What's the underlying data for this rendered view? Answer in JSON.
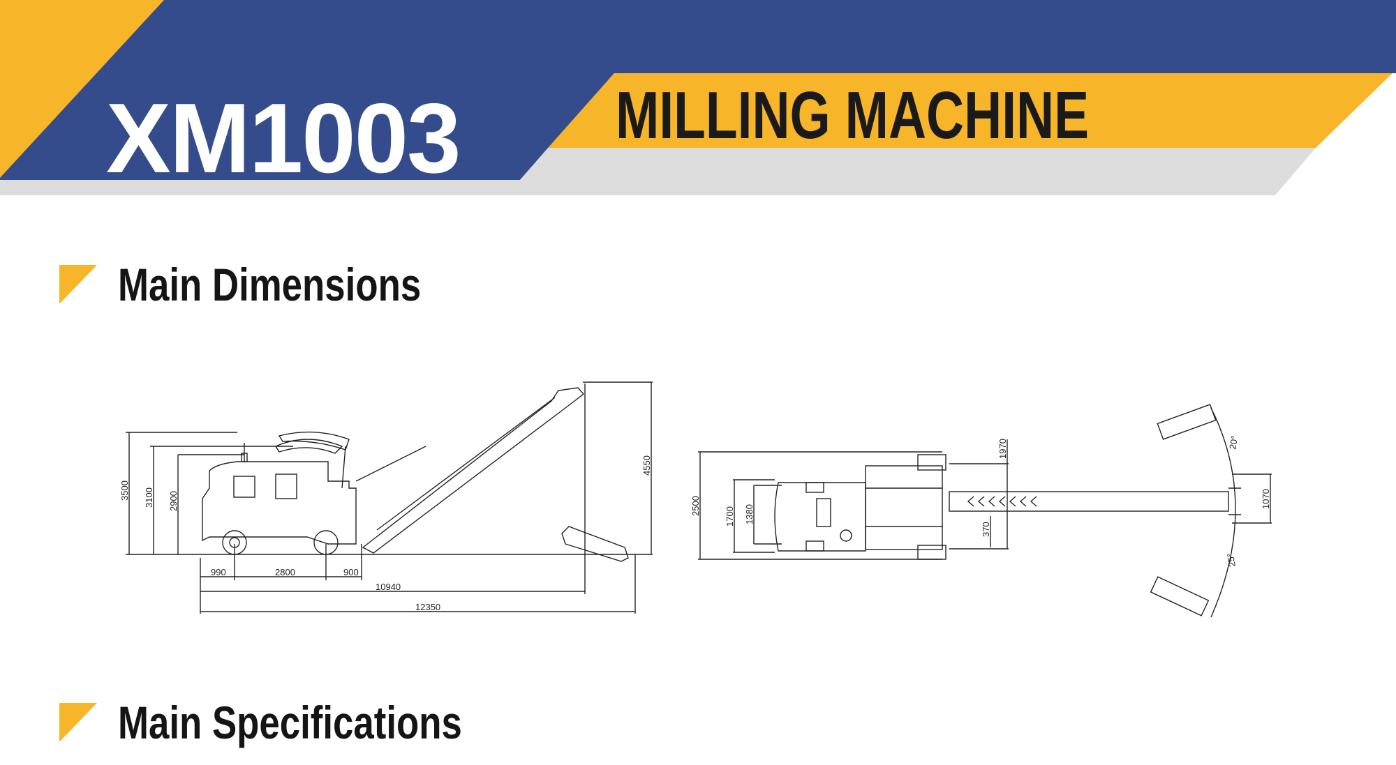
{
  "header": {
    "model": "XM1003",
    "product_type": "MILLING MACHINE",
    "colors": {
      "blue": "#344B8C",
      "yellow": "#F7B52A",
      "gray": "#DCDCDC"
    }
  },
  "sections": [
    {
      "title": "Main Dimensions",
      "icon": "yellow-triangle-icon"
    },
    {
      "title": "Main Specifications",
      "icon": "yellow-triangle-icon"
    }
  ],
  "side_view": {
    "heights": [
      "3500",
      "3100",
      "2900",
      "4550"
    ],
    "lengths": [
      "990",
      "2800",
      "900",
      "10940",
      "12350"
    ]
  },
  "top_view": {
    "dims": [
      "2500",
      "1700",
      "1380",
      "1970",
      "370",
      "1070"
    ],
    "angles": [
      "20°",
      "25°"
    ]
  }
}
